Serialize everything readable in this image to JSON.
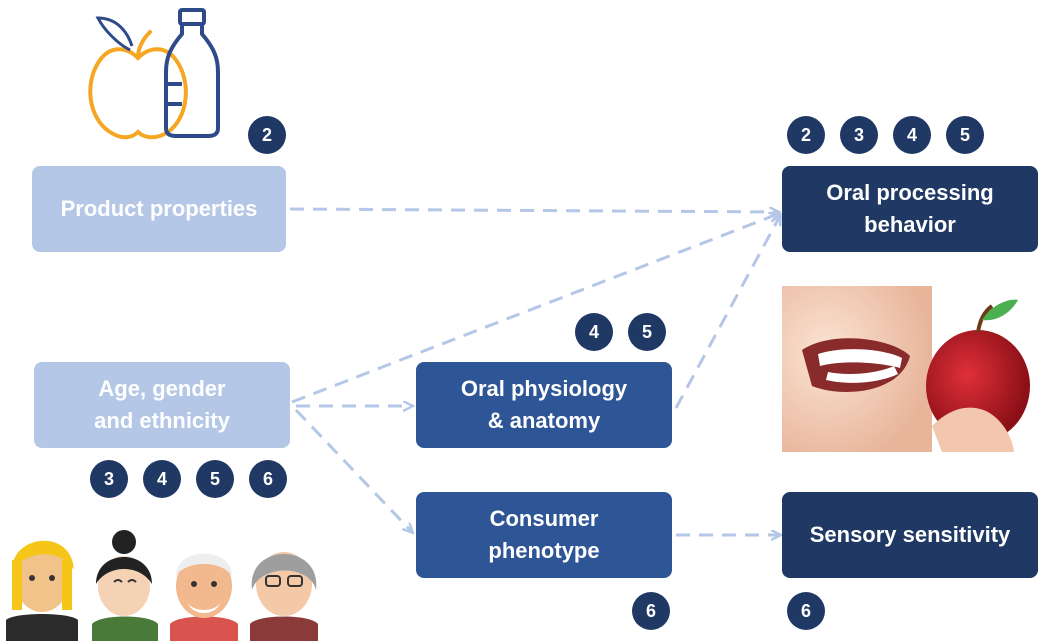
{
  "nodes": {
    "product_properties": "Product properties",
    "oral_processing_line1": "Oral processing",
    "oral_processing_line2": "behavior",
    "age_line1": "Age, gender",
    "age_line2": "and ethnicity",
    "oral_physiology_line1": "Oral physiology",
    "oral_physiology_line2": "& anatomy",
    "consumer_line1": "Consumer",
    "consumer_line2": "phenotype",
    "sensory_sensitivity": "Sensory sensitivity"
  },
  "badges": {
    "product": [
      "2"
    ],
    "oral_processing": [
      "2",
      "3",
      "4",
      "5"
    ],
    "oral_physiology": [
      "4",
      "5"
    ],
    "age": [
      "3",
      "4",
      "5",
      "6"
    ],
    "consumer": [
      "6"
    ],
    "sensory": [
      "6"
    ]
  },
  "icons": [
    "apple-icon",
    "water-bottle-icon",
    "mouth-biting-apple-image",
    "people-avatars-icon"
  ],
  "colors": {
    "light_box": "#b4c7e7",
    "mid_box": "#2e5596",
    "dark_box": "#1f3864",
    "badge": "#203864",
    "arrow": "#b4c7e7",
    "apple_orange": "#f5a623",
    "bottle_blue": "#2f4a8a"
  }
}
